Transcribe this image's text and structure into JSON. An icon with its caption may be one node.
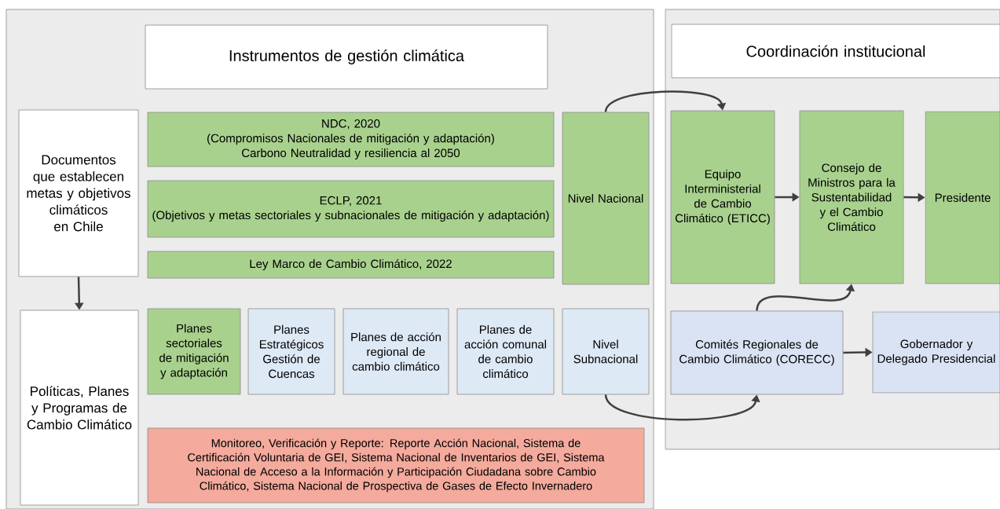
{
  "diagram": {
    "nodes": [
      {
        "text": [],
        "shape": "box"
      },
      {
        "text": [
          "Instrumentos de gestión climática"
        ],
        "in": 0
      },
      {
        "text": [
          "Documentos que establecen metas y objetivos climáticos en Chile"
        ],
        "in": 0
      },
      {
        "text": [
          "NDC, 2020",
          "(Compromisos Nacionales de mitigación y adaptación)",
          "Carbono Neutralidad y resiliencia al 2050"
        ],
        "in": 0
      },
      {
        "text": [
          "ECLP, 2021",
          "(Objetivos y metas sectoriales y subnacionales de mitigación y adaptación)"
        ],
        "in": 0
      },
      {
        "text": [
          "Ley Marco de Cambio Climático, 2022"
        ],
        "in": 0
      },
      {
        "text": [
          "Nivel Nacional"
        ],
        "in": 0
      },
      {
        "text": [
          "Políticas, Planes y Programas de Cambio Climático"
        ],
        "in": 0
      },
      {
        "text": [
          "Planes sectoriales de mitigación y adaptación"
        ],
        "in": 0
      },
      {
        "text": [
          "Planes Estratégicos Gestión de Cuencas"
        ],
        "in": 0
      },
      {
        "text": [
          "Planes de acción regional de cambio climático"
        ],
        "in": 0
      },
      {
        "text": [
          "Planes de acción comunal de cambio climático"
        ],
        "in": 0
      },
      {
        "text": [
          "Nivel Subnacional"
        ],
        "in": 0
      },
      {
        "text": [
          "Monitoreo, Verificación y Reporte: Reporte Acción Nacional, Sistema de Certificación Voluntaria de GEI, Sistema Nacional de Inventarios de GEI, Sistema Nacional de Acceso a la Información y Participación Ciudadana sobre Cambio Climático, Sistema Nacional de Prospectiva de Gases de Efecto Invernadero"
        ],
        "in": 0
      },
      {
        "text": [],
        "shape": "box"
      },
      {
        "text": [
          "Coordinación institucional"
        ],
        "in": 14
      },
      {
        "text": [
          "Equipo Interministerial de Cambio Climático (ETICC)"
        ],
        "in": 14
      },
      {
        "text": [
          "Consejo de Ministros para la Sustentabilidad y el Cambio Climático"
        ],
        "in": 14
      },
      {
        "text": [
          "Presidente"
        ],
        "in": 14
      },
      {
        "text": [
          "Comités Regionales de Cambio Climático (CORECC)"
        ],
        "in": 14
      },
      {
        "text": [
          "Gobernador y Delegado Presidencial"
        ],
        "in": 14
      }
    ],
    "edges": [
      {
        "from": 2,
        "to": 7,
        "arrow": "to"
      },
      {
        "from": 6,
        "to": 16,
        "arrow": "to"
      },
      {
        "from": 16,
        "to": 17,
        "arrow": "to"
      },
      {
        "from": 17,
        "to": 18,
        "arrow": "to"
      },
      {
        "from": 12,
        "to": 19,
        "arrow": "to"
      },
      {
        "from": 19,
        "to": 17,
        "arrow": "to"
      },
      {
        "from": 19,
        "to": 20,
        "arrow": "to"
      }
    ]
  }
}
